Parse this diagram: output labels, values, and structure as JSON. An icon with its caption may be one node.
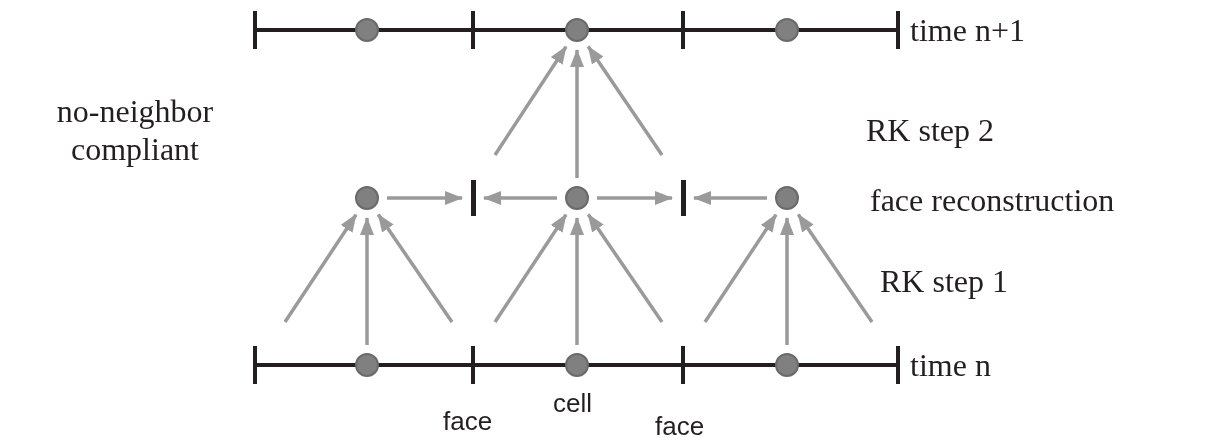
{
  "diagram": {
    "nodes": [
      {
        "text": [],
        "shape": "circle"
      },
      {
        "text": [],
        "shape": "circle"
      },
      {
        "text": [],
        "shape": "circle"
      },
      {
        "text": [],
        "shape": "circle"
      },
      {
        "text": [],
        "shape": "bar"
      },
      {
        "text": [],
        "shape": "circle"
      },
      {
        "text": [],
        "shape": "bar"
      },
      {
        "text": [],
        "shape": "circle"
      },
      {
        "text": [],
        "shape": "circle"
      },
      {
        "text": [],
        "shape": "circle"
      },
      {
        "text": [],
        "shape": "circle"
      }
    ],
    "edges": [
      {
        "from": null,
        "to": 1,
        "arrow": "to"
      },
      {
        "from": 5,
        "to": 1,
        "arrow": "to"
      },
      {
        "from": null,
        "to": 1,
        "arrow": "to"
      },
      {
        "from": 3,
        "to": 4,
        "arrow": "to"
      },
      {
        "from": 5,
        "to": 4,
        "arrow": "to"
      },
      {
        "from": 5,
        "to": 6,
        "arrow": "to"
      },
      {
        "from": 7,
        "to": 6,
        "arrow": "to"
      },
      {
        "from": null,
        "to": 3,
        "arrow": "to"
      },
      {
        "from": 8,
        "to": 3,
        "arrow": "to"
      },
      {
        "from": null,
        "to": 3,
        "arrow": "to"
      },
      {
        "from": null,
        "to": 5,
        "arrow": "to"
      },
      {
        "from": 9,
        "to": 5,
        "arrow": "to"
      },
      {
        "from": null,
        "to": 5,
        "arrow": "to"
      },
      {
        "from": null,
        "to": 7,
        "arrow": "to"
      },
      {
        "from": 10,
        "to": 7,
        "arrow": "to"
      },
      {
        "from": null,
        "to": 7,
        "arrow": "to"
      }
    ],
    "labels": [
      "time n+1",
      "no-neighbor compliant",
      "RK step 2",
      "face reconstruction",
      "RK step 1",
      "time n",
      "cell",
      "face",
      "face"
    ]
  }
}
